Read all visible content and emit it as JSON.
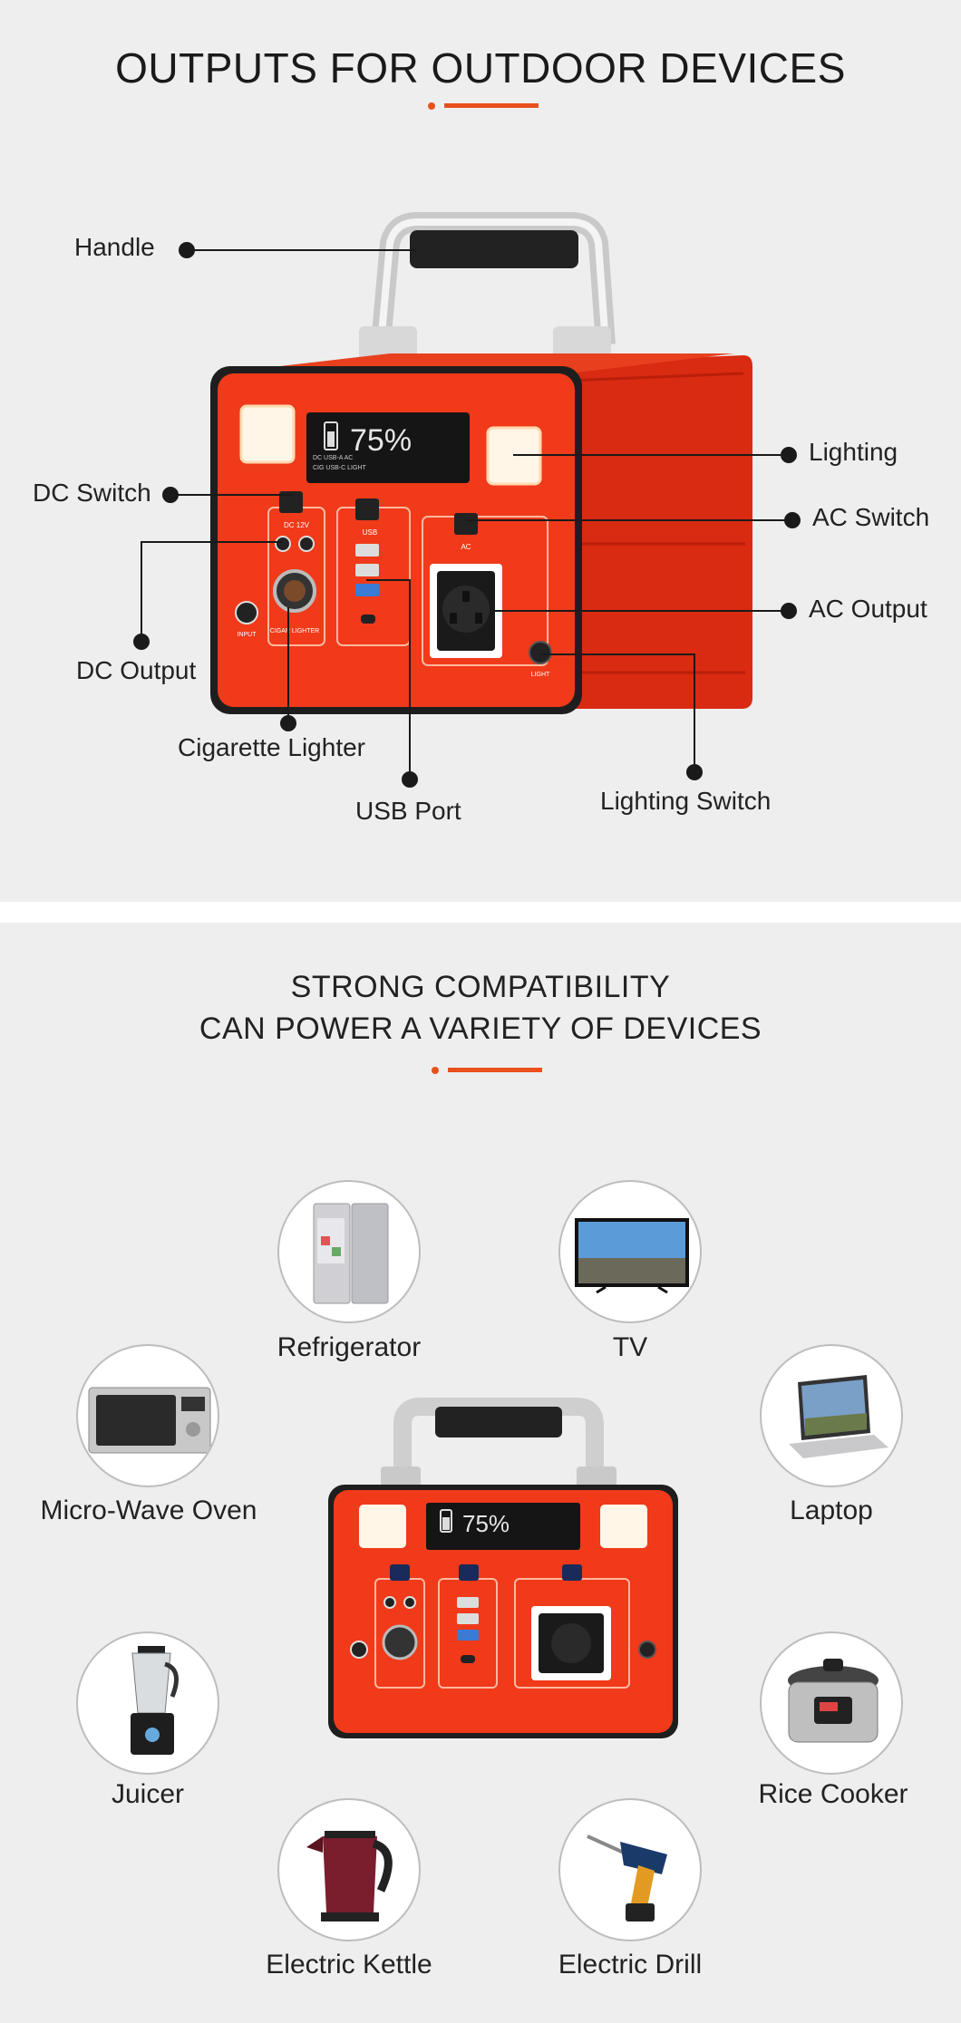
{
  "section1": {
    "title": "OUTPUTS FOR OUTDOOR DEVICES",
    "callouts": {
      "handle": "Handle",
      "lighting": "Lighting",
      "dc_switch": "DC Switch",
      "ac_switch": "AC Switch",
      "ac_output": "AC Output",
      "dc_output": "DC Output",
      "cigarette_lighter": "Cigarette Lighter",
      "usb_port": "USB Port",
      "lighting_switch": "Lighting Switch"
    },
    "device": {
      "display": "75%",
      "display_small": [
        "DC",
        "USB-A",
        "AC",
        "CIG",
        "USB-C",
        "LIGHT"
      ],
      "dc_label": "DC 12V",
      "usb_label": "USB",
      "ac_label": "AC",
      "cig_label": "CIGAR LIGHTER",
      "input_label": "INPUT",
      "light_label": "LIGHT"
    }
  },
  "section2": {
    "title_line1": "STRONG COMPATIBILITY",
    "title_line2": "CAN POWER A VARIETY OF DEVICES",
    "devices": {
      "refrigerator": "Refrigerator",
      "tv": "TV",
      "microwave": "Micro-Wave Oven",
      "laptop": "Laptop",
      "juicer": "Juicer",
      "rice_cooker": "Rice Cooker",
      "kettle": "Electric Kettle",
      "drill": "Electric Drill"
    }
  },
  "colors": {
    "accent": "#e8501e",
    "device_red": "#f03a1a",
    "panel_bg": "#eeeeee"
  }
}
